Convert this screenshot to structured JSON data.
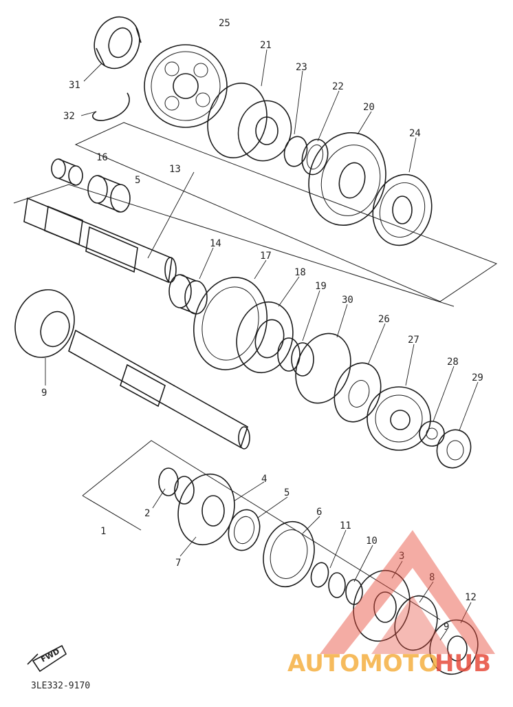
{
  "diagram": {
    "part_labels": [
      {
        "id": "p25",
        "text": "25"
      },
      {
        "id": "p31",
        "text": "31"
      },
      {
        "id": "p21",
        "text": "21"
      },
      {
        "id": "p23",
        "text": "23"
      },
      {
        "id": "p22",
        "text": "22"
      },
      {
        "id": "p20",
        "text": "20"
      },
      {
        "id": "p32",
        "text": "32"
      },
      {
        "id": "p24",
        "text": "24"
      },
      {
        "id": "p16",
        "text": "16"
      },
      {
        "id": "p13",
        "text": "13"
      },
      {
        "id": "p5a",
        "text": "5"
      },
      {
        "id": "p14",
        "text": "14"
      },
      {
        "id": "p17",
        "text": "17"
      },
      {
        "id": "p18",
        "text": "18"
      },
      {
        "id": "p19",
        "text": "19"
      },
      {
        "id": "p30",
        "text": "30"
      },
      {
        "id": "p26",
        "text": "26"
      },
      {
        "id": "p27",
        "text": "27"
      },
      {
        "id": "p28",
        "text": "28"
      },
      {
        "id": "p29",
        "text": "29"
      },
      {
        "id": "p9",
        "text": "9"
      },
      {
        "id": "p4",
        "text": "4"
      },
      {
        "id": "p5b",
        "text": "5"
      },
      {
        "id": "p2",
        "text": "2"
      },
      {
        "id": "p1",
        "text": "1"
      },
      {
        "id": "p6",
        "text": "6"
      },
      {
        "id": "p7",
        "text": "7"
      },
      {
        "id": "p11",
        "text": "11"
      },
      {
        "id": "p10",
        "text": "10"
      },
      {
        "id": "p3",
        "text": "3"
      },
      {
        "id": "p8",
        "text": "8"
      },
      {
        "id": "p12",
        "text": "12"
      },
      {
        "id": "p9b",
        "text": "9"
      }
    ],
    "fwd_marker": "FWD",
    "drawing_code": "3LE332-9170",
    "watermark": {
      "part1": "AUTOMOTO",
      "part2": "HUB",
      "color1": "#f5b041",
      "color2": "#e74c3c"
    }
  }
}
